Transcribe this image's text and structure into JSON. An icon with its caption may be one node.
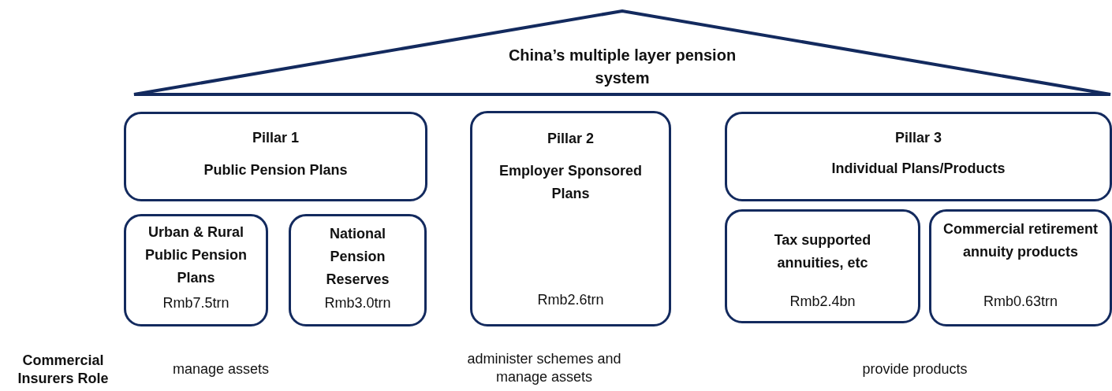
{
  "diagram": {
    "nodes": [
      {
        "text": [
          "China’s multiple layer pension system"
        ]
      },
      {
        "text": [
          "Pillar 1",
          "Public Pension Plans"
        ]
      },
      {
        "text": [
          "Urban & Rural Public Pension Plans",
          "Rmb7.5trn"
        ]
      },
      {
        "text": [
          "National Pension Reserves",
          "Rmb3.0trn"
        ]
      },
      {
        "text": [
          "Pillar 2",
          "Employer Sponsored Plans",
          "Rmb2.6trn"
        ]
      },
      {
        "text": [
          "Pillar 3",
          "Individual Plans/Products"
        ]
      },
      {
        "text": [
          "Tax supported annuities, etc",
          "Rmb2.4bn"
        ]
      },
      {
        "text": [
          "Commercial retirement annuity products",
          "Rmb0.63trn"
        ]
      }
    ],
    "edges": [],
    "labels": [
      "Commercial Insurers Role",
      "manage assets",
      "administer schemes and manage assets",
      "provide products"
    ]
  }
}
